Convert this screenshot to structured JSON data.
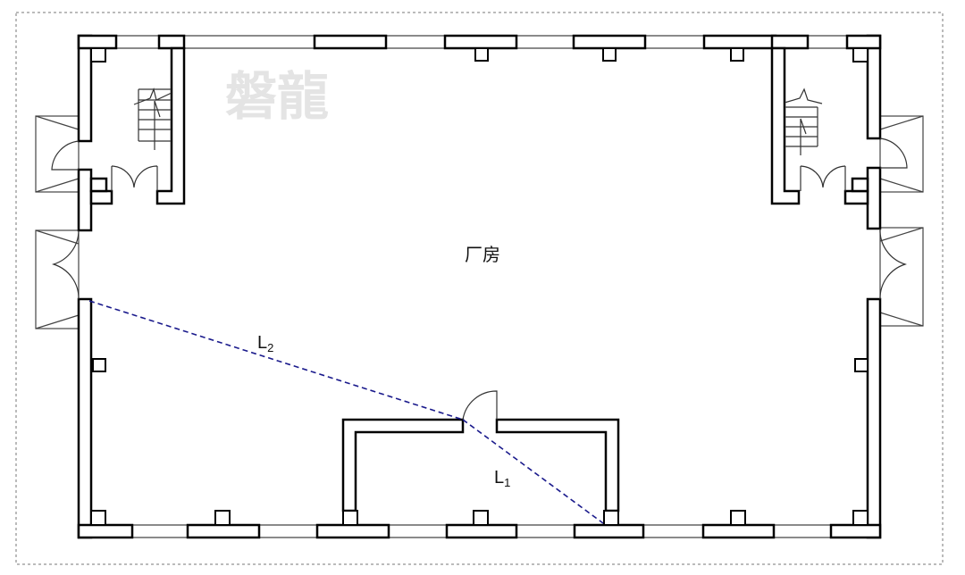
{
  "diagram": {
    "room_label": "厂房",
    "watermark": "磐龍",
    "lines": [
      {
        "name": "L",
        "subscript": "1",
        "color": "#1a1a8c"
      },
      {
        "name": "L",
        "subscript": "2",
        "color": "#1a1a8c"
      }
    ]
  }
}
